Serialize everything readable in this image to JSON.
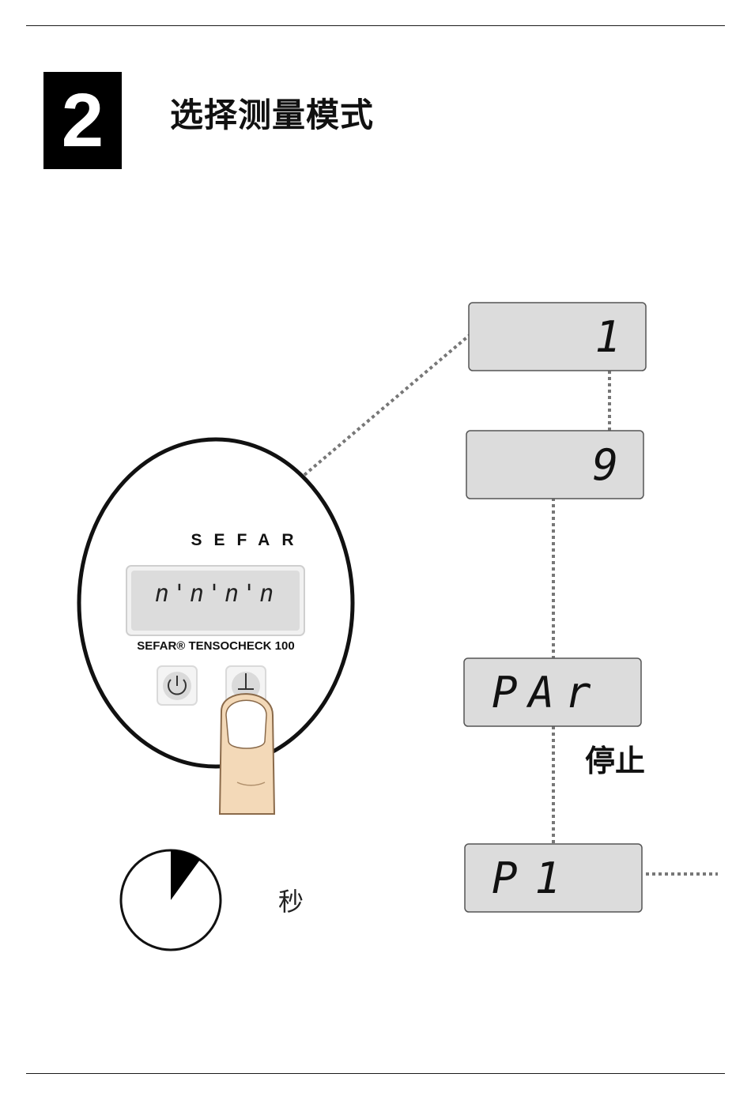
{
  "step": {
    "number": "2",
    "title": "选择测量模式"
  },
  "device": {
    "brand": "SEFAR",
    "model_label": "SEFAR® TENSOCHECK 100",
    "display": "n'n'n'n",
    "buttons": [
      "power-button",
      "mode-button"
    ]
  },
  "displays": [
    {
      "value": "1"
    },
    {
      "value": "9"
    },
    {
      "value": "PAr"
    },
    {
      "value": "P1"
    }
  ],
  "labels": {
    "stop": "停止",
    "seconds": "秒"
  },
  "timer": {
    "filled_fraction": 0.1
  }
}
